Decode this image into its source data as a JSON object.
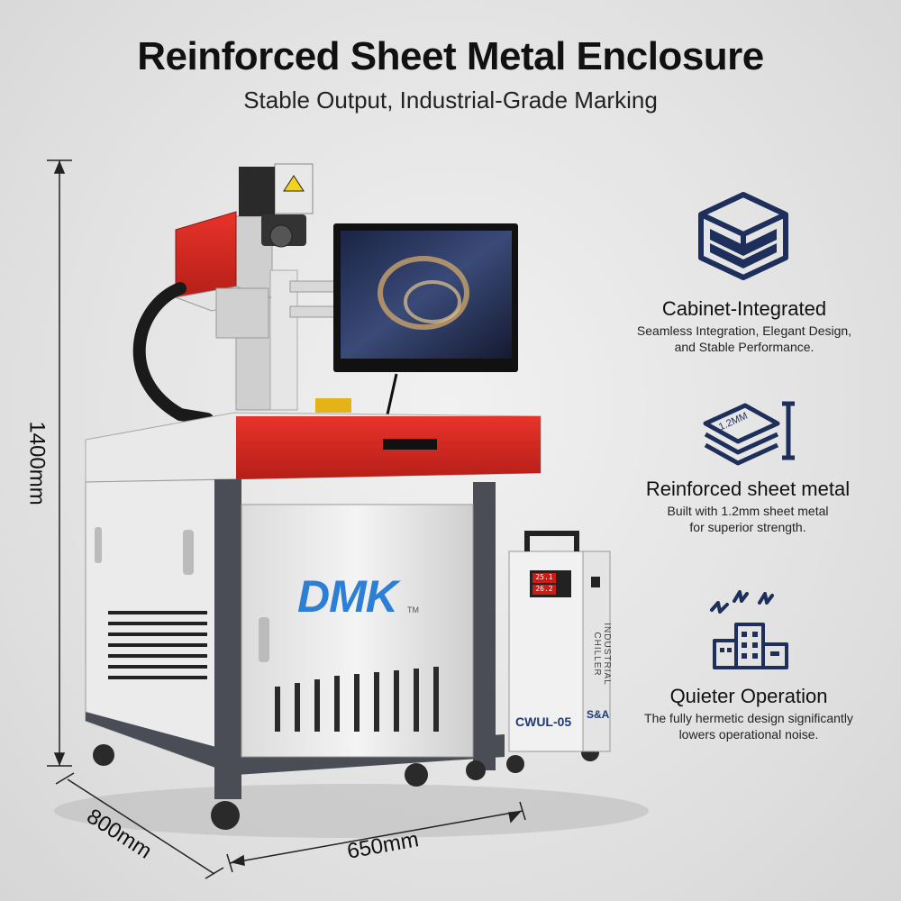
{
  "header": {
    "title": "Reinforced Sheet Metal Enclosure",
    "subtitle": "Stable Output, Industrial-Grade Marking"
  },
  "features": [
    {
      "icon": "cabinet-icon",
      "title": "Cabinet-Integrated",
      "desc_line1": "Seamless Integration, Elegant Design,",
      "desc_line2": "and Stable Performance."
    },
    {
      "icon": "sheet-metal-layers-icon",
      "icon_text": "1.2MM",
      "title": "Reinforced sheet metal",
      "desc_line1": "Built with 1.2mm sheet metal",
      "desc_line2": "for superior strength."
    },
    {
      "icon": "quiet-building-icon",
      "title": "Quieter Operation",
      "desc_line1": "The fully hermetic design significantly",
      "desc_line2": "lowers operational noise."
    }
  ],
  "dimensions": {
    "height": "1400mm",
    "depth": "800mm",
    "width": "650mm"
  },
  "product": {
    "brand": "DMK",
    "trademark": "TM",
    "chiller_model": "CWUL-05",
    "chiller_brand": "S&A",
    "chiller_label": "INDUSTRIAL CHILLER",
    "chiller_display_1": "25.1",
    "chiller_display_2": "26.2"
  },
  "colors": {
    "accent_navy": "#1d2f5a",
    "brand_blue": "#2d7fd6",
    "machine_red": "#d92a22"
  }
}
